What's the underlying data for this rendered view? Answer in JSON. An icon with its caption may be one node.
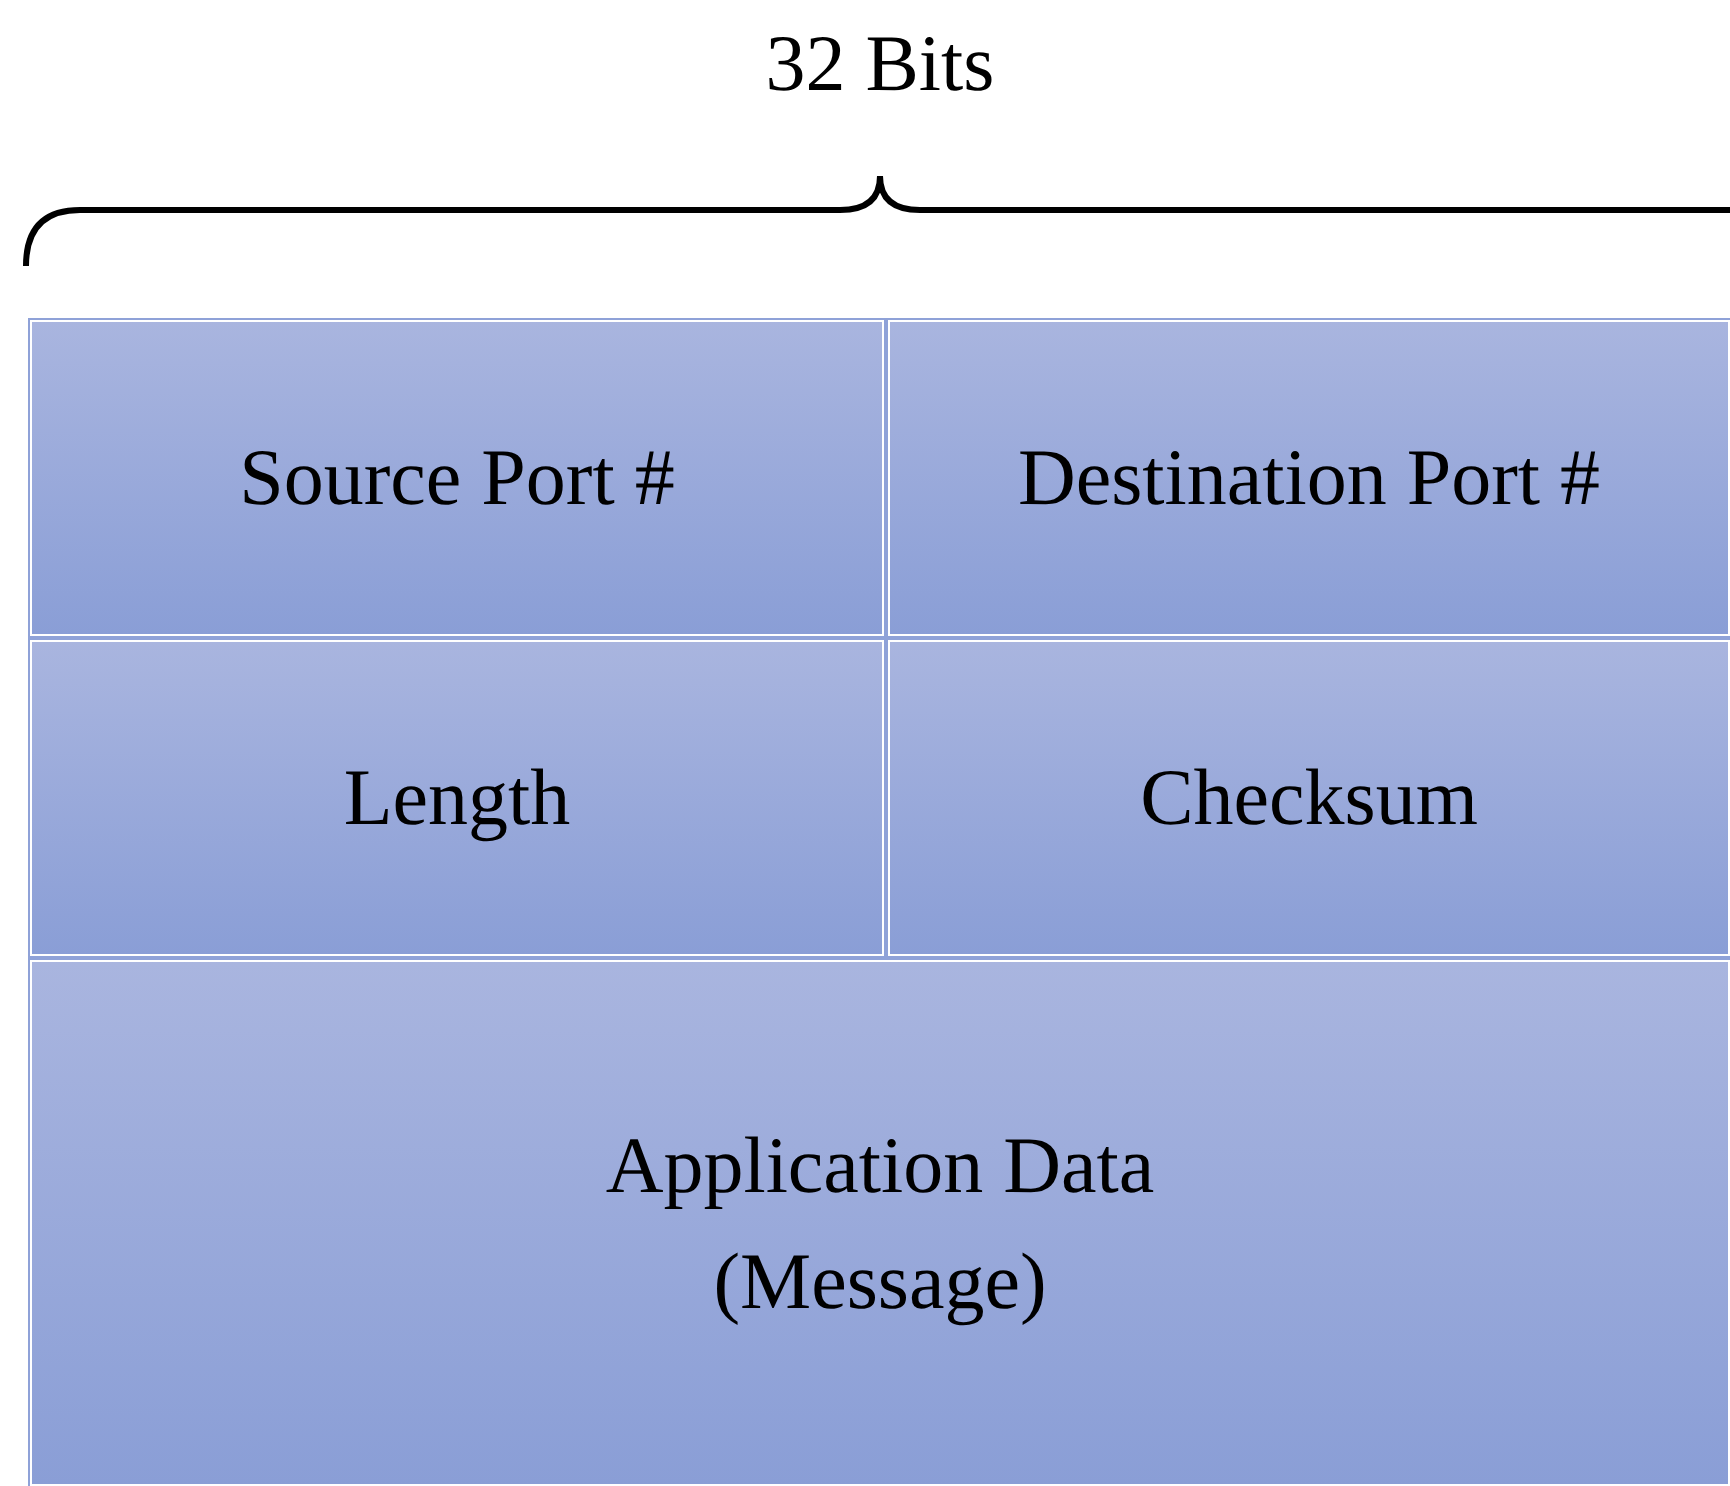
{
  "diagram": {
    "nodes": [
      {
        "text": [
          "Source Port #"
        ]
      },
      {
        "text": [
          "Destination Port #"
        ]
      },
      {
        "text": [
          "Length"
        ]
      },
      {
        "text": [
          "Checksum"
        ]
      },
      {
        "text": [
          "Application Data (Message)"
        ]
      }
    ],
    "labels": [
      "32 Bits"
    ]
  }
}
